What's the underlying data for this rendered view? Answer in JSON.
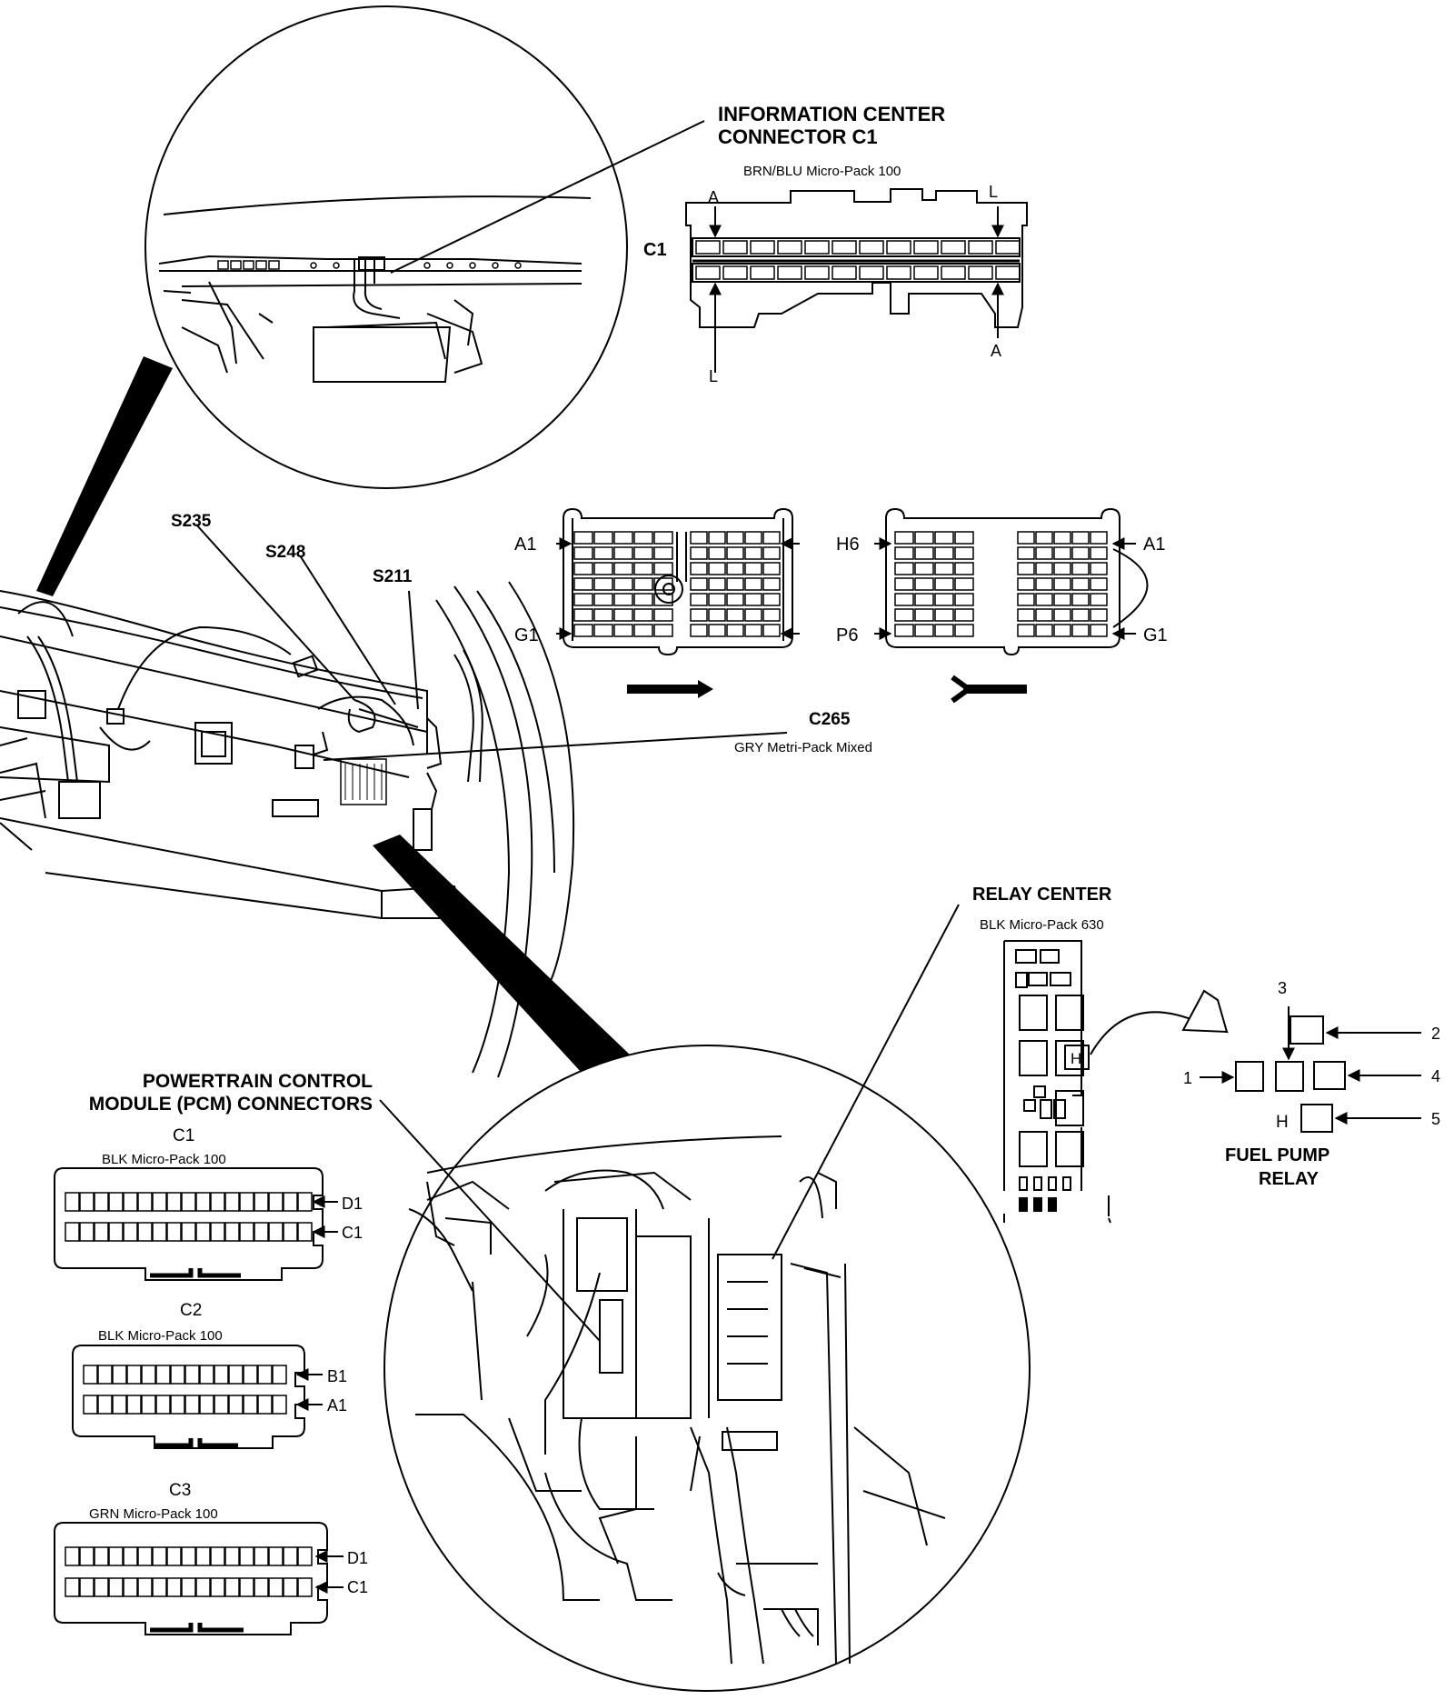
{
  "info_center": {
    "title_line1": "INFORMATION CENTER",
    "title_line2": "CONNECTOR C1",
    "subtitle": "BRN/BLU Micro-Pack 100",
    "label_c1": "C1",
    "pin_a_top": "A",
    "pin_l_top": "L",
    "pin_l_bottom": "L",
    "pin_a_bottom": "A"
  },
  "c265": {
    "pin_a1_left": "A1",
    "pin_g1_left": "G1",
    "pin_h6": "H6",
    "pin_p6": "P6",
    "pin_h6_right": "H6",
    "pin_p6_right": "P6",
    "pin_a1_right": "A1",
    "pin_g1_right": "G1",
    "name": "C265",
    "subtitle": "GRY Metri-Pack Mixed"
  },
  "splices": {
    "s235": "S235",
    "s248": "S248",
    "s211": "S211"
  },
  "relay_center": {
    "title": "RELAY CENTER",
    "subtitle": "BLK Micro-Pack 630",
    "slot_label": "H",
    "fuel_pump": {
      "pin_1": "1",
      "pin_2": "2",
      "pin_3": "3",
      "pin_4": "4",
      "pin_5": "5",
      "h_label": "H",
      "name_line1": "FUEL PUMP",
      "name_line2": "RELAY"
    }
  },
  "pcm": {
    "title_line1": "POWERTRAIN CONTROL",
    "title_line2": "MODULE (PCM) CONNECTORS",
    "c1": {
      "name": "C1",
      "subtitle": "BLK Micro-Pack 100",
      "pin_top": "D1",
      "pin_bottom": "C1"
    },
    "c2": {
      "name": "C2",
      "subtitle": "BLK Micro-Pack 100",
      "pin_top": "B1",
      "pin_bottom": "A1"
    },
    "c3": {
      "name": "C3",
      "subtitle": "GRN Micro-Pack 100",
      "pin_top": "D1",
      "pin_bottom": "C1"
    }
  }
}
